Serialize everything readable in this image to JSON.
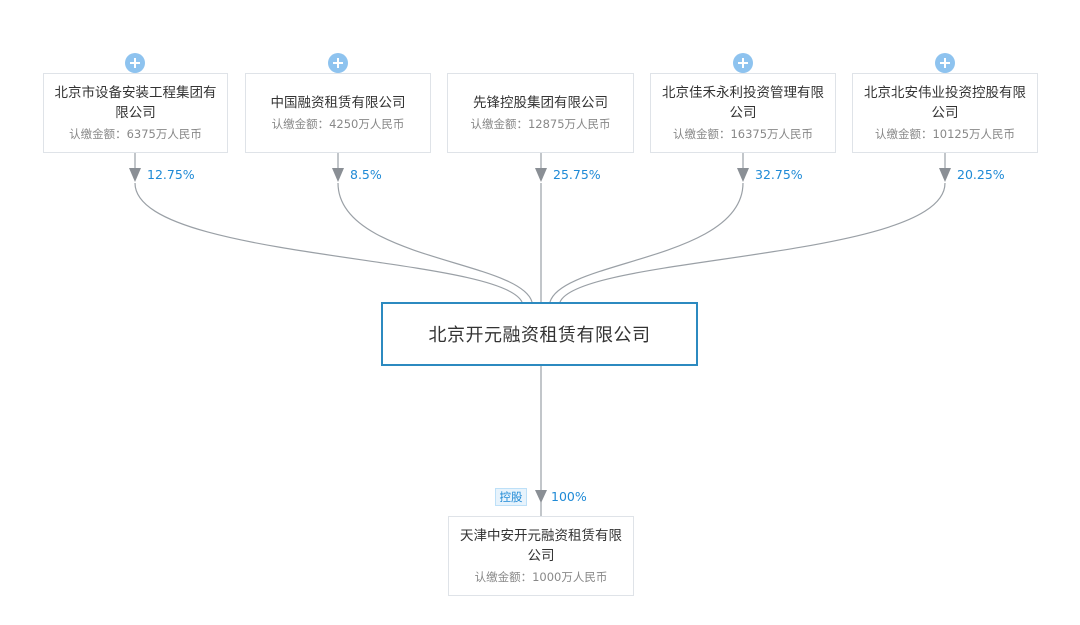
{
  "shareholders": [
    {
      "name": "北京市设备安装工程集团有限公司",
      "amount_label": "认缴金额：6375万人民币",
      "percent": "12.75%"
    },
    {
      "name": "中国融资租赁有限公司",
      "amount_label": "认缴金额：4250万人民币",
      "percent": "8.5%"
    },
    {
      "name": "先锋控股集团有限公司",
      "amount_label": "认缴金额：12875万人民币",
      "percent": "25.75%"
    },
    {
      "name": "北京佳禾永利投资管理有限公司",
      "amount_label": "认缴金额：16375万人民币",
      "percent": "32.75%"
    },
    {
      "name": "北京北安伟业投资控股有限公司",
      "amount_label": "认缴金额：10125万人民币",
      "percent": "20.25%"
    }
  ],
  "root": {
    "name": "北京开元融资租赁有限公司"
  },
  "subsidiary": {
    "name": "天津中安开元融资租赁有限公司",
    "amount_label": "认缴金额：1000万人民币",
    "percent": "100%",
    "tag": "控股"
  },
  "colors": {
    "edge": "#9aa0a6",
    "arrow": "#8a8f95",
    "root_border": "#2c8ac0",
    "percent_text": "#1f8ad6",
    "expand_button": "#8ec3ef"
  }
}
